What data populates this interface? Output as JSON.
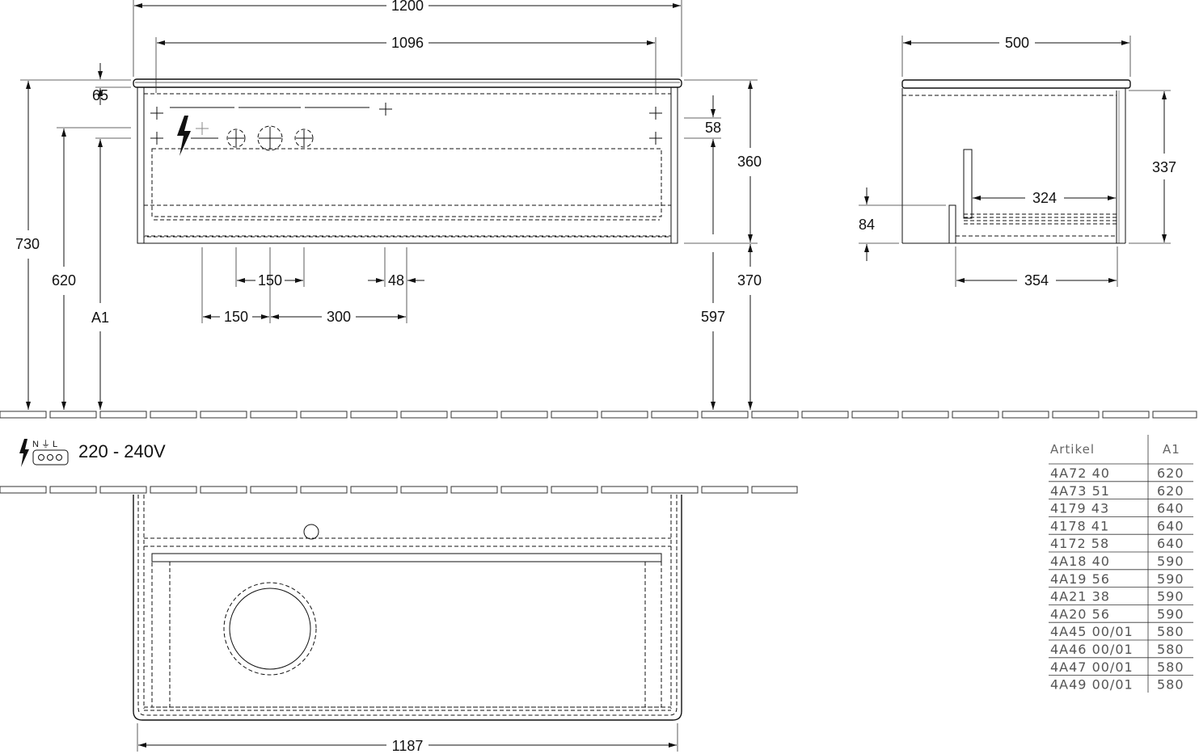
{
  "dimensions": {
    "top_width": "1200",
    "top_inner_width": "1096",
    "side_depth": "500",
    "countertop_thickness": "65",
    "total_height": "730",
    "height_620": "620",
    "height_a1": "A1",
    "cabinet_height": "360",
    "height_58": "58",
    "height_370": "370",
    "height_597": "597",
    "spacing_150_upper": "150",
    "spacing_48": "48",
    "spacing_150_lower": "150",
    "spacing_300": "300",
    "side_inner_height": "337",
    "side_inner_depth": "324",
    "side_height_84": "84",
    "side_depth_354": "354",
    "bottom_width": "1187"
  },
  "electrical": {
    "terminal_labels": "N ⏚ L",
    "voltage": "220 - 240V"
  },
  "table": {
    "header_article": "Artikel",
    "header_a1": "A1",
    "rows": [
      {
        "article": "4A72 40",
        "a1": "620"
      },
      {
        "article": "4A73 51",
        "a1": "620"
      },
      {
        "article": "4179 43",
        "a1": "640"
      },
      {
        "article": "4178 41",
        "a1": "640"
      },
      {
        "article": "4172 58",
        "a1": "640"
      },
      {
        "article": "4A18 40",
        "a1": "590"
      },
      {
        "article": "4A19 56",
        "a1": "590"
      },
      {
        "article": "4A21 38",
        "a1": "590"
      },
      {
        "article": "4A20 56",
        "a1": "590"
      },
      {
        "article": "4A45 00/01",
        "a1": "580"
      },
      {
        "article": "4A46 00/01",
        "a1": "580"
      },
      {
        "article": "4A47 00/01",
        "a1": "580"
      },
      {
        "article": "4A49 00/01",
        "a1": "580"
      }
    ]
  },
  "colors": {
    "line": "#111111",
    "table_text": "#555555"
  }
}
